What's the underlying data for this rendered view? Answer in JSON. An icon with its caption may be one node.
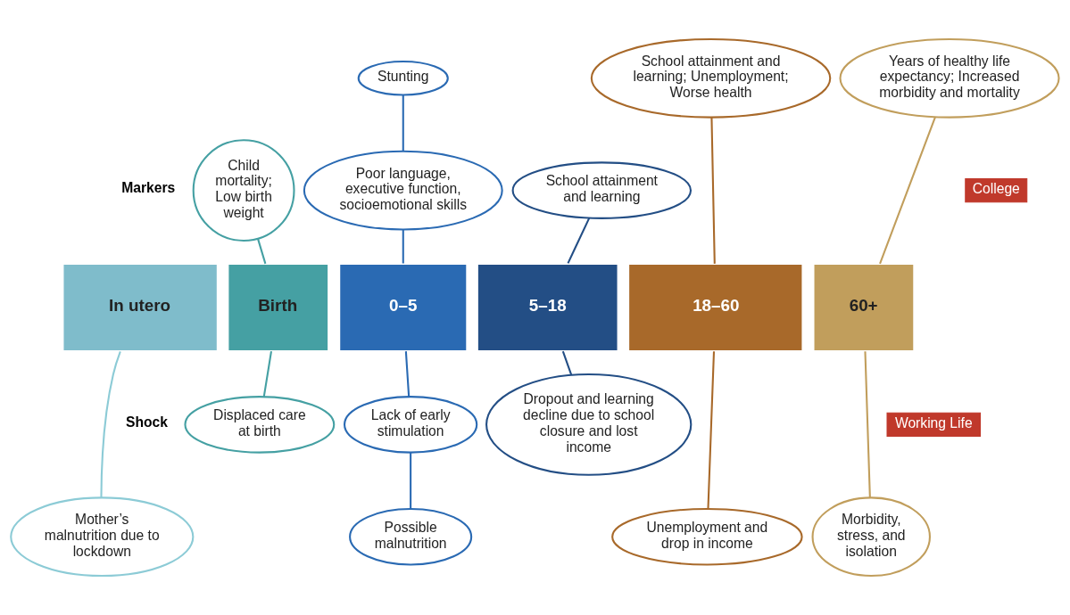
{
  "diagram": {
    "nodes": [
      {
        "text": [
          "Stunting"
        ]
      },
      {
        "text": [
          "School attainment and learning; Unemployment; Worse health"
        ]
      },
      {
        "text": [
          "Child mortality; Low birth weight"
        ]
      },
      {
        "text": [
          "Years of healthy life expectancy; Increased morbidity and mortality"
        ]
      },
      {
        "text": [
          "Poor language, executive function, socioemotional skills"
        ]
      },
      {
        "text": [
          "School attainment and learning"
        ]
      },
      {
        "text": [
          "College"
        ]
      },
      {
        "text": [
          "In utero"
        ]
      },
      {
        "text": [
          "Birth"
        ]
      },
      {
        "text": [
          "0–5"
        ]
      },
      {
        "text": [
          "5–18"
        ]
      },
      {
        "text": [
          "18–60"
        ]
      },
      {
        "text": [
          "60+"
        ]
      },
      {
        "text": [
          "Working Life"
        ]
      },
      {
        "text": [
          "Lack of early stimulation"
        ]
      },
      {
        "text": [
          "Displaced care at birth"
        ]
      },
      {
        "text": [
          "Dropout and learning decline due to school closure and lost income"
        ]
      },
      {
        "text": [
          "Morbidity, stress, and isolation"
        ]
      },
      {
        "text": [
          "Possible malnutrition"
        ]
      },
      {
        "text": [
          "Mother’s malnutrition due to lockdown"
        ]
      },
      {
        "text": [
          "Unemployment and drop in income"
        ]
      }
    ],
    "edges": [
      {
        "from": 0,
        "to": 4,
        "arrow": "none",
        "color": "#2a6ab3"
      },
      {
        "from": 4,
        "to": 9,
        "arrow": "none",
        "color": "#2a6ab3"
      },
      {
        "from": 2,
        "to": 8,
        "arrow": "none",
        "color": "#45a0a3"
      },
      {
        "from": 5,
        "to": 10,
        "arrow": "none",
        "color": "#234e85"
      },
      {
        "from": 1,
        "to": 11,
        "arrow": "none",
        "color": "#a8692a"
      },
      {
        "from": 3,
        "to": 12,
        "arrow": "none",
        "color": "#c19e5c"
      },
      {
        "from": 7,
        "to": 19,
        "arrow": "none",
        "color": "#8ccbd6"
      },
      {
        "from": 8,
        "to": 15,
        "arrow": "none",
        "color": "#45a0a3"
      },
      {
        "from": 9,
        "to": 14,
        "arrow": "none",
        "color": "#2a6ab3"
      },
      {
        "from": 14,
        "to": 18,
        "arrow": "none",
        "color": "#2a6ab3"
      },
      {
        "from": 10,
        "to": 16,
        "arrow": "none",
        "color": "#234e85"
      },
      {
        "from": 11,
        "to": 20,
        "arrow": "none",
        "color": "#a8692a"
      },
      {
        "from": 12,
        "to": 17,
        "arrow": "none",
        "color": "#c19e5c"
      }
    ],
    "labels": [
      "Markers",
      "Shock"
    ]
  }
}
